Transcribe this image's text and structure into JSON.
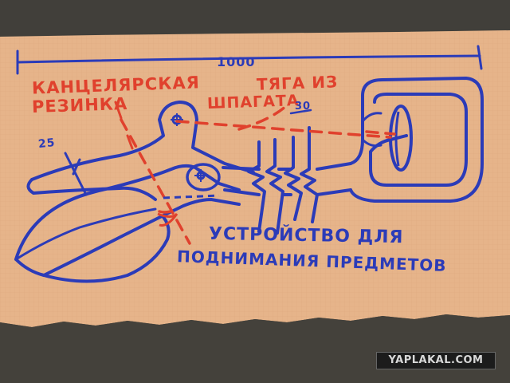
{
  "photo": {
    "ground_color": "#4a4741",
    "paper_color": "#e6b48a",
    "ink_blue": "#2b3bb8",
    "ink_red": "#e0412d"
  },
  "drawing": {
    "top_dimension": "1000",
    "rubber_label_line1": "КАНЦЕЛЯРСКАЯ",
    "rubber_label_line2": "РЕЗИНКА",
    "pull_label_line1": "ТЯГА ИЗ",
    "pull_label_line2": "ШПАГАТА",
    "dim_thirty": "30",
    "dim_twentyfive": "25",
    "title_line1": "УСТРОЙСТВО ДЛЯ",
    "title_line2": "ПОДНИМАНИЯ ПРЕДМЕТОВ"
  },
  "watermark": {
    "text": "YAPLAKAL.COM"
  }
}
